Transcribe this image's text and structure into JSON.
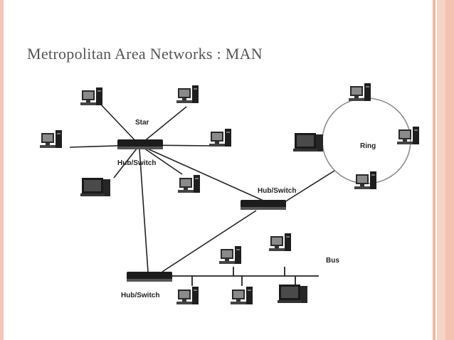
{
  "slide": {
    "title": "Metropolitan Area Networks : MAN"
  },
  "diagram": {
    "labels": {
      "star": "Star",
      "ring": "Ring",
      "bus": "Bus",
      "hub_star": "Hub/Switch",
      "hub_middle": "Hub/Switch",
      "hub_bus": "Hub/Switch"
    }
  },
  "colors": {
    "accent_bar": "#f3c7b8",
    "title_text": "#555555"
  }
}
